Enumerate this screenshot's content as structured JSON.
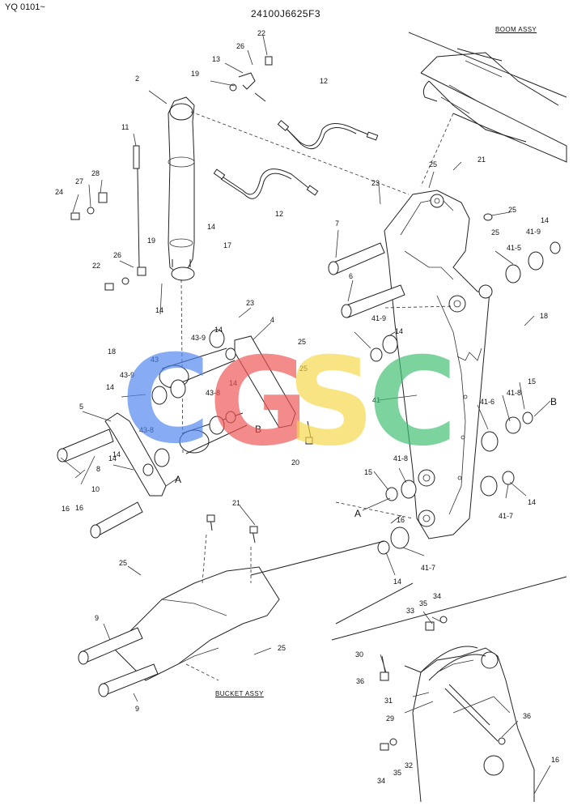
{
  "header": {
    "ref_code": "YQ 0101~",
    "part_number": "24100J6625F3"
  },
  "assemblies": {
    "boom": "BOOM ASSY",
    "bucket": "BUCKET ASSY"
  },
  "watermark": {
    "letters": [
      "C",
      "G",
      "S",
      "C"
    ],
    "colors": [
      "#4f86f0",
      "#ef5555",
      "#f7d84b",
      "#3fbf6f"
    ]
  },
  "callouts": [
    "22",
    "26",
    "13",
    "2",
    "19",
    "12",
    "11",
    "27",
    "28",
    "24",
    "12",
    "14",
    "17",
    "19",
    "22",
    "26",
    "14",
    "7",
    "6",
    "23",
    "25",
    "21",
    "25",
    "25",
    "41-9",
    "14",
    "41-5",
    "18",
    "23",
    "4",
    "14",
    "43-9",
    "25",
    "43",
    "25",
    "18",
    "43-9",
    "14",
    "14",
    "43-8",
    "B",
    "14",
    "5",
    "43-8",
    "20",
    "8",
    "14",
    "A",
    "10",
    "16",
    "16",
    "14",
    "41-9",
    "41",
    "41-6",
    "41-8",
    "15",
    "B",
    "41-8",
    "15",
    "A",
    "16",
    "14",
    "41-7",
    "21",
    "25",
    "14",
    "41-7",
    "9",
    "25",
    "35",
    "33",
    "34",
    "30",
    "36",
    "31",
    "29",
    "36",
    "9",
    "34",
    "35",
    "32",
    "16"
  ]
}
